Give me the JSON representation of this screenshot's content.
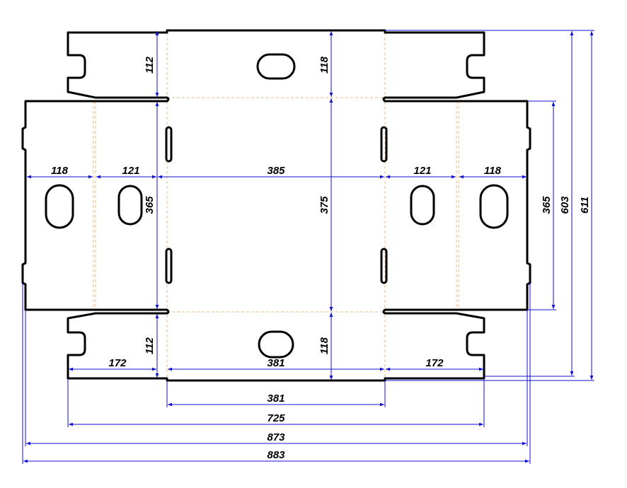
{
  "colors": {
    "cut": "#000000",
    "fold": "#f0b880",
    "dimension": "#1010d0"
  },
  "dimensions": {
    "top_flap_left_height": "112",
    "top_panel_height": "118",
    "left_end_width": "118",
    "left_side_width": "121",
    "base_width": "385",
    "right_side_width": "121",
    "right_end_width": "118",
    "left_height": "365",
    "base_height": "375",
    "right_height": "365",
    "overall_height_inner": "603",
    "overall_height_outer": "611",
    "bottom_flap_left_height": "112",
    "bottom_panel_height": "118",
    "bottom_left_flap_width": "172",
    "bottom_panel_width": "381",
    "bottom_right_flap_width": "172",
    "panel_width_lower": "381",
    "flaps_total_width": "725",
    "body_width": "873",
    "overall_width": "883"
  }
}
